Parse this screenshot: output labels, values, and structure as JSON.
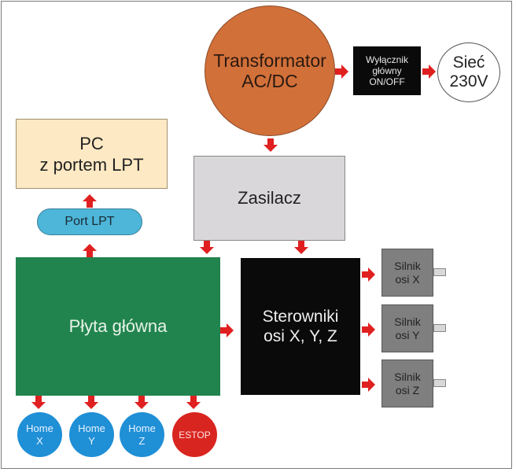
{
  "diagram": {
    "nodes": {
      "transformer": {
        "label": "Transformator\nAC/DC",
        "color": "#d2703a"
      },
      "main_switch": {
        "label": "Wyłącznik\ngłówny\nON/OFF",
        "color": "#0a0a0a"
      },
      "mains": {
        "label": "Sieć\n230V",
        "color": "#ffffff"
      },
      "pc": {
        "label": "PC\nz portem LPT",
        "color": "#fde9c4"
      },
      "power_supply": {
        "label": "Zasilacz",
        "color": "#d9d7da"
      },
      "lpt_port": {
        "label": "Port LPT",
        "color": "#4db6d9"
      },
      "mainboard": {
        "label": "Płyta główna",
        "color": "#21844e"
      },
      "drivers": {
        "label": "Sterowniki\nosi X, Y, Z",
        "color": "#0a0a0a"
      },
      "motor_x": {
        "label": "Silnik\nosi X",
        "color": "#7f7f7f"
      },
      "motor_y": {
        "label": "Silnik\nosi Y",
        "color": "#7f7f7f"
      },
      "motor_z": {
        "label": "Silnik\nosi Z",
        "color": "#7f7f7f"
      },
      "home_x": {
        "label": "Home\nX",
        "color": "#1f8fd6"
      },
      "home_y": {
        "label": "Home\nY",
        "color": "#1f8fd6"
      },
      "home_z": {
        "label": "Home\nZ",
        "color": "#1f8fd6"
      },
      "estop": {
        "label": "ESTOP",
        "color": "#d9251f"
      }
    },
    "arrow_color": "#e02020",
    "edges": [
      {
        "from": "transformer",
        "to": "main_switch"
      },
      {
        "from": "main_switch",
        "to": "mains"
      },
      {
        "from": "transformer",
        "to": "power_supply"
      },
      {
        "from": "power_supply",
        "to": "mainboard"
      },
      {
        "from": "power_supply",
        "to": "drivers"
      },
      {
        "from": "lpt_port",
        "to": "pc"
      },
      {
        "from": "mainboard",
        "to": "lpt_port"
      },
      {
        "from": "mainboard",
        "to": "drivers"
      },
      {
        "from": "drivers",
        "to": "motor_x"
      },
      {
        "from": "drivers",
        "to": "motor_y"
      },
      {
        "from": "drivers",
        "to": "motor_z"
      },
      {
        "from": "mainboard",
        "to": "home_x"
      },
      {
        "from": "mainboard",
        "to": "home_y"
      },
      {
        "from": "mainboard",
        "to": "home_z"
      },
      {
        "from": "mainboard",
        "to": "estop"
      }
    ]
  }
}
